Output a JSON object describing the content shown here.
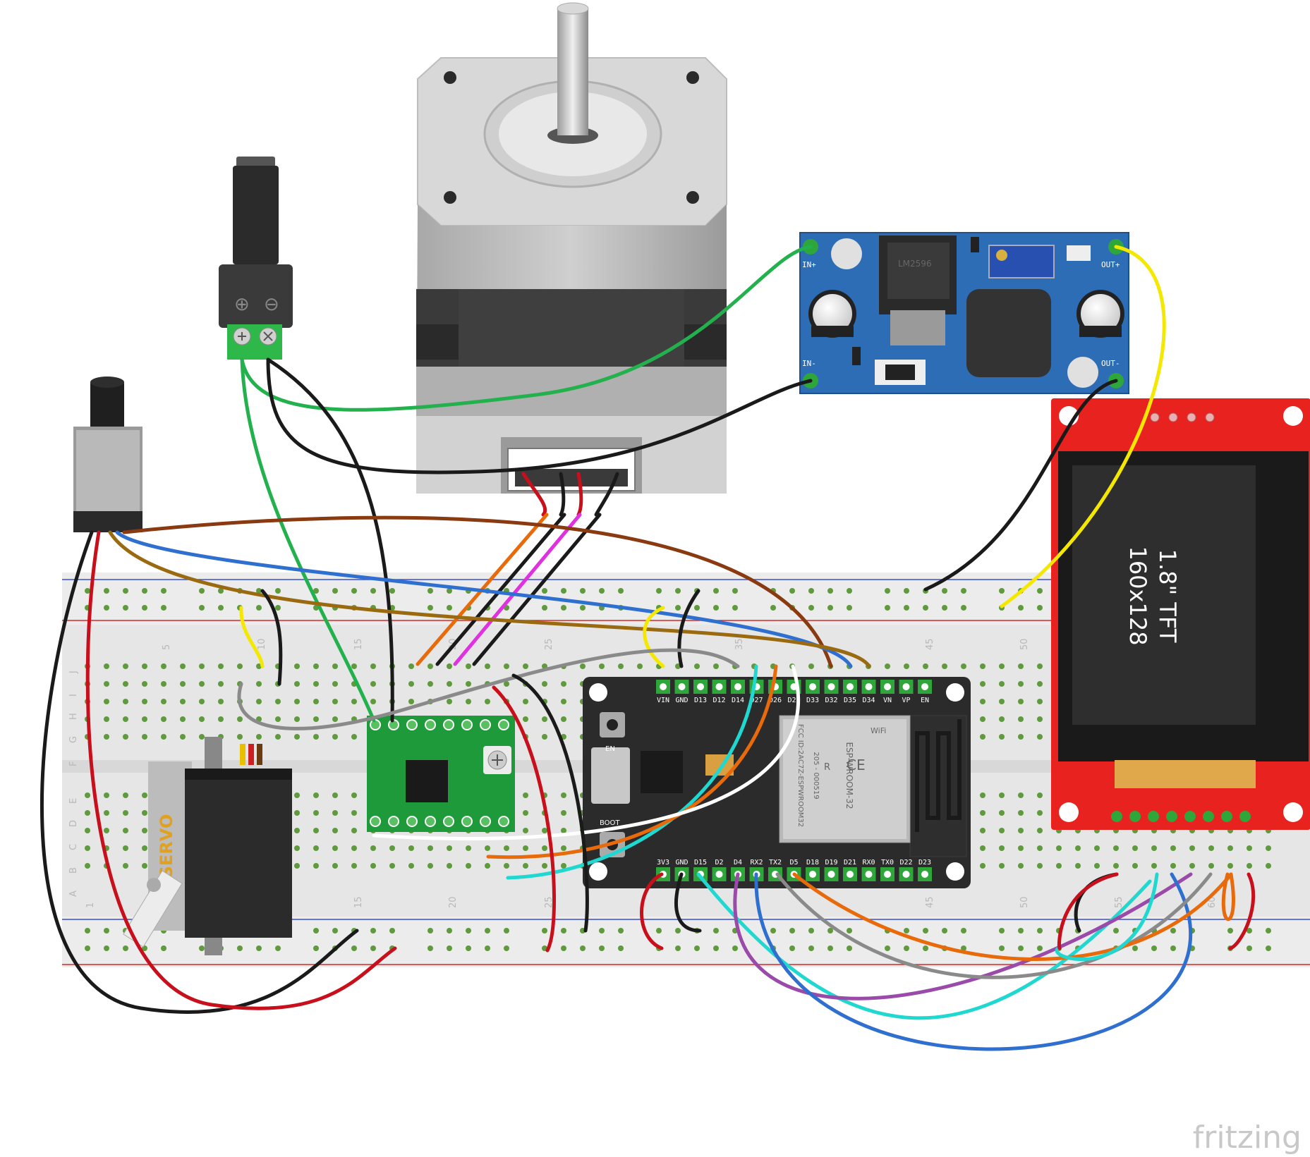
{
  "colors": {
    "breadboard": "#e8e8e8",
    "rail_blue": "#3a4fcf",
    "rail_red": "#d42a2a",
    "hole_green": "#5f9a3c",
    "esp32_board": "#2b2b2b",
    "tft_pcb": "#e8231f",
    "buck_pcb": "#2d6db5",
    "driver_pcb": "#1e9a3a",
    "motor_body": "#b8b8b8",
    "wire_green": "#22b14c",
    "wire_black": "#1a1a1a",
    "wire_yellow": "#f5e800",
    "wire_red": "#c8101c",
    "wire_brown": "#8a3a10",
    "wire_blue": "#2f6fd0",
    "wire_orange": "#e86a0a",
    "wire_magenta": "#e030e0",
    "wire_gray": "#8a8a8a",
    "wire_cyan": "#20d8d0",
    "wire_purple": "#9a4aa8",
    "wire_white": "#ffffff",
    "wire_olive": "#9a6a10"
  },
  "tft": {
    "line1": "1.8\" TFT",
    "line2": "160x128"
  },
  "buck": {
    "chip": "LM2596",
    "in_plus": "IN+",
    "in_minus": "IN-",
    "out_plus": "OUT+",
    "out_minus": "OUT-"
  },
  "dc_jack": {
    "plus_symbol": "⊕",
    "minus_symbol": "⊖"
  },
  "servo": {
    "label": "SERVO"
  },
  "esp32": {
    "top_pins": [
      "VIN",
      "GND",
      "D13",
      "D12",
      "D14",
      "D27",
      "D26",
      "D25",
      "D33",
      "D32",
      "D35",
      "D34",
      "VN",
      "VP",
      "EN"
    ],
    "bottom_pins": [
      "3V3",
      "GND",
      "D15",
      "D2",
      "D4",
      "RX2",
      "TX2",
      "D5",
      "D18",
      "D19",
      "D21",
      "RX0",
      "TX0",
      "D22",
      "D23"
    ],
    "en_label": "EN",
    "boot_label": "BOOT",
    "module_text": "ESP-WROOM-32",
    "module_id": "FCC ID:2AC7Z-ESPWROOM32",
    "module_code": "205 - 000519",
    "wifi_badge": "WiFi",
    "ce_mark": "CE",
    "r_mark": "R"
  },
  "breadboard": {
    "column_numbers": [
      "5",
      "10",
      "15",
      "20",
      "25",
      "35",
      "45",
      "50"
    ],
    "bottom_column_numbers": [
      "1",
      "15",
      "20",
      "25",
      "45",
      "50",
      "55",
      "60"
    ],
    "row_letters_top": [
      "J",
      "I",
      "H",
      "G",
      "F"
    ],
    "row_letters_bottom": [
      "E",
      "D",
      "C",
      "B",
      "A"
    ]
  },
  "watermark": "fritzing"
}
